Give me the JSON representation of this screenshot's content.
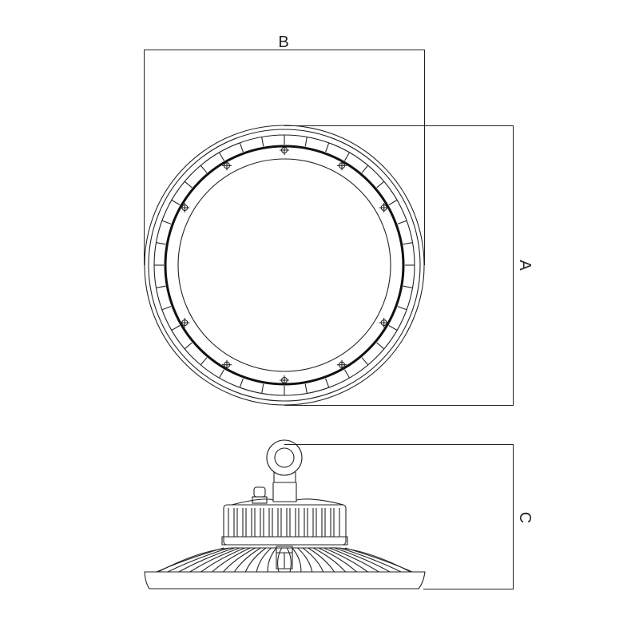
{
  "drawing": {
    "dimension_labels": {
      "width": "B",
      "height_top_view": "A",
      "height_side_view": "C"
    },
    "line_color": "#222222",
    "background": "#ffffff"
  }
}
